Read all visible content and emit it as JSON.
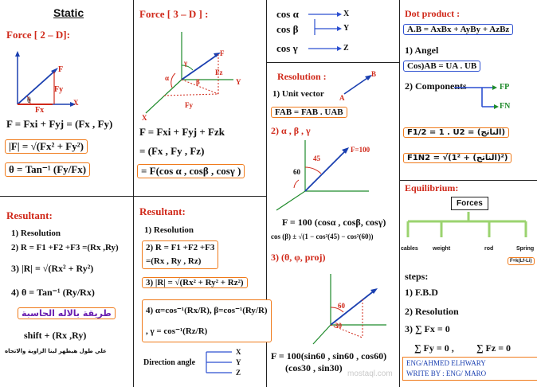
{
  "col1": {
    "title": "Static",
    "force2d_heading": "Force [ 2 – D]:",
    "diagram": {
      "f": "F",
      "fy": "Fy",
      "fx": "Fx",
      "theta": "θ",
      "x": "X"
    },
    "eq_vector": "F = Fxi + Fyj = (Fx , Fy)",
    "eq_mag": "|F| = √(Fx² + Fy²)",
    "eq_theta": "θ = Tan⁻¹ (Fy/Fx)",
    "resultant_heading": "Resultant:",
    "resolution": "1) Resolution",
    "r_eq": "2) R = F1 +F2 +F3 =(Rx ,Ry)",
    "r_mag": "3) |R| = √(Rx² + Ry²)",
    "r_theta": "4) θ = Tan⁻¹ (Ry/Rx)",
    "arabic_method": "طريقة بالاله الحاسبة",
    "shift": "shift + (Rx ,Ry)",
    "arabic_note": "علي طول هيظهر لينا الزاوية والاتجاه"
  },
  "col2": {
    "force3d_heading": "Force [ 3 – D ] :",
    "diagram": {
      "f": "F",
      "fz": "Fz",
      "fy": "Fy",
      "gamma": "γ",
      "alpha": "α",
      "beta": "β",
      "y": "Y",
      "x": "X"
    },
    "eq_vector": "F = Fxi + Fyj + Fzk",
    "eq_tuple": "= (Fx , Fy , Fz)",
    "eq_cos": "= F(cos α , cosβ , cosγ )",
    "resultant_heading": "Resultant:",
    "resolution": "1) Resolution",
    "r_eq1": "2) R = F1 +F2 +F3",
    "r_eq2": "=(Rx , Ry , Rz)",
    "r_mag": "3) |R| = √(Rx² + Ry² + Rz²)",
    "r_angles1": "4) α=cos⁻¹(Rx/R), β=cos⁻¹(Ry/R)",
    "r_angles2": ", γ = cos⁻¹(Rz/R)",
    "direction_angle": "Direction angle",
    "axes": {
      "x": "X",
      "y": "Y",
      "z": "Z"
    }
  },
  "col3": {
    "cos_map": [
      {
        "label": "cos α",
        "axis": "X"
      },
      {
        "label": "cos β",
        "axis": "Y"
      },
      {
        "label": "cos γ",
        "axis": "Z"
      }
    ],
    "resolution_heading": "Resolution :",
    "unit_vector": "1) Unit vector",
    "ab_label_a": "A",
    "ab_label_b": "B",
    "fab_eq": "FAB = FAB . UAB",
    "angles_heading": "2) α , β , γ",
    "diagram_force": "F=100",
    "angle_45": "45",
    "angle_60": "60",
    "f100_eq": "F = 100 (cosα , cosβ, cosγ)",
    "cos_beta_eq": "cos (β) ± √(1 − cos²(45) − cos²(60))",
    "proj_heading": "3) (θ, φ, proj)",
    "proj_60": "60",
    "proj_30": "30",
    "proj_eq1": "F = 100(sin60 , sin60 , cos60)",
    "proj_eq2": "(cos30 , sin30)",
    "watermark": "mostaql.com"
  },
  "col4": {
    "dot_heading": "Dot product :",
    "dot_eq": "A.B = AxBx + AyBy + AzBz",
    "angel": "1) Angel",
    "cos_eq": "Cos)AB = UA . UB",
    "components": "2) Components",
    "fp": "FP",
    "fn": "FN",
    "f12_eq": "F1/2 = 1 . U2 = (الناتج)",
    "f1n2_eq": "F1N2 = √(1² + (الناتج)²)",
    "equilibrium_heading": "Equilibrium:",
    "forces": "Forces",
    "branches": [
      "cables",
      "weight",
      "rod",
      "Spring"
    ],
    "spring_eq": "F=k(Lf-Li)",
    "steps_heading": "steps:",
    "step1": "1) F.B.D",
    "step2": "2) Resolution",
    "step3": "3) ∑ Fx = 0",
    "step4a": "∑ Fy = 0 ,",
    "step4b": "∑ Fz = 0",
    "credit1": "ENG/AHMED ELHWARY",
    "credit2": "WRITE BY : ENG/ MARO"
  }
}
